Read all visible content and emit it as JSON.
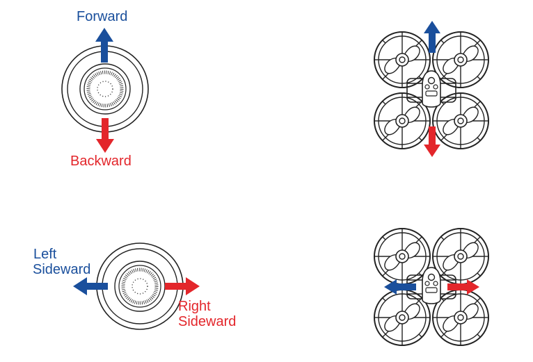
{
  "colors": {
    "blue": "#1a4f9c",
    "red": "#e3262b",
    "line": "#222222"
  },
  "panels": {
    "forward_backward": {
      "forward_label": "Forward",
      "backward_label": "Backward",
      "icons": [
        "joystick-icon",
        "drone-top-view-icon",
        "arrow-up-icon",
        "arrow-down-icon"
      ]
    },
    "sideward": {
      "left_label_line1": "Left",
      "left_label_line2": "Sideward",
      "right_label_line1": "Right",
      "right_label_line2": "Sideward",
      "icons": [
        "joystick-icon",
        "drone-top-view-icon",
        "arrow-left-icon",
        "arrow-right-icon"
      ]
    }
  }
}
